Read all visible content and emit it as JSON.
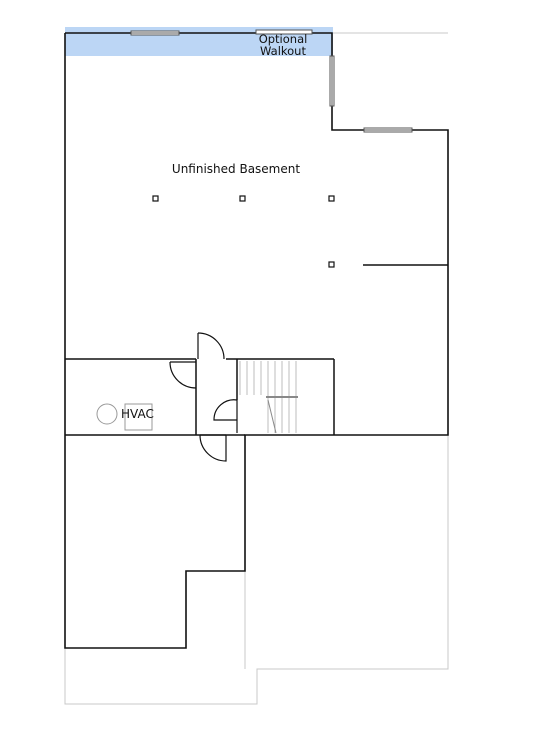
{
  "labels": {
    "room": "Unfinished Basement",
    "walkout_line1": "Optional",
    "walkout_line2": "Walkout",
    "hvac": "HVAC"
  },
  "colors": {
    "wall": "#111111",
    "thin": "#c8c8c8",
    "walkout_fill": "#bcd6f5",
    "background": "#ffffff"
  }
}
